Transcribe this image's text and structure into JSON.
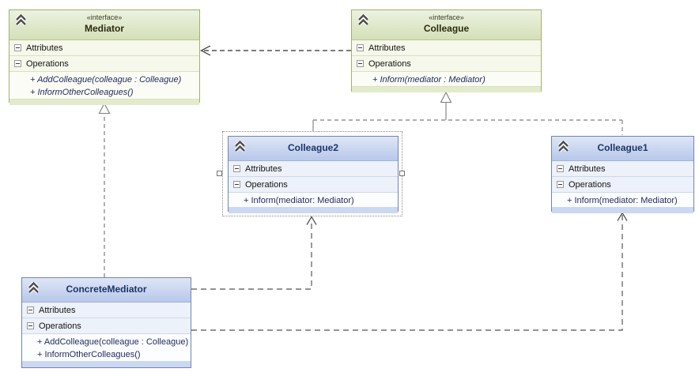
{
  "colors": {
    "canvas_background": "#ffffff",
    "interface_border": "#a4ad72",
    "interface_header_top": "#ecf2e0",
    "interface_header_bottom": "#d4e0b8",
    "class_border": "#7384ae",
    "class_header_top": "#dee6f6",
    "class_header_bottom": "#b8c8eb",
    "connector_gray": "#7d7d7d",
    "connector_dark": "#2e2e2e"
  },
  "classes": {
    "mediator": {
      "stereotype": "«interface»",
      "name": "Mediator",
      "attributes_label": "Attributes",
      "operations_label": "Operations",
      "operations": [
        "+ AddColleague(colleague : Colleague)",
        "+ InformOtherColleagues()"
      ]
    },
    "colleague": {
      "stereotype": "«interface»",
      "name": "Colleague",
      "attributes_label": "Attributes",
      "operations_label": "Operations",
      "operations": [
        "+ Inform(mediator : Mediator)"
      ]
    },
    "colleague2": {
      "name": "Colleague2",
      "attributes_label": "Attributes",
      "operations_label": "Operations",
      "operations": [
        "+ Inform(mediator: Mediator)"
      ],
      "selected": true
    },
    "colleague1": {
      "name": "Colleague1",
      "attributes_label": "Attributes",
      "operations_label": "Operations",
      "operations": [
        "+ Inform(mediator: Mediator)"
      ]
    },
    "concrete_mediator": {
      "name": "ConcreteMediator",
      "attributes_label": "Attributes",
      "operations_label": "Operations",
      "operations": [
        "+ AddColleague(colleague : Colleague)",
        "+ InformOtherColleagues()"
      ]
    }
  },
  "relationships": [
    {
      "type": "dependency",
      "from": "Colleague",
      "to": "Mediator"
    },
    {
      "type": "realization",
      "from": "ConcreteMediator",
      "to": "Mediator"
    },
    {
      "type": "realization",
      "from": "Colleague2",
      "to": "Colleague"
    },
    {
      "type": "realization",
      "from": "Colleague1",
      "to": "Colleague"
    },
    {
      "type": "dependency",
      "from": "ConcreteMediator",
      "to": "Colleague2"
    },
    {
      "type": "dependency",
      "from": "ConcreteMediator",
      "to": "Colleague1"
    }
  ]
}
